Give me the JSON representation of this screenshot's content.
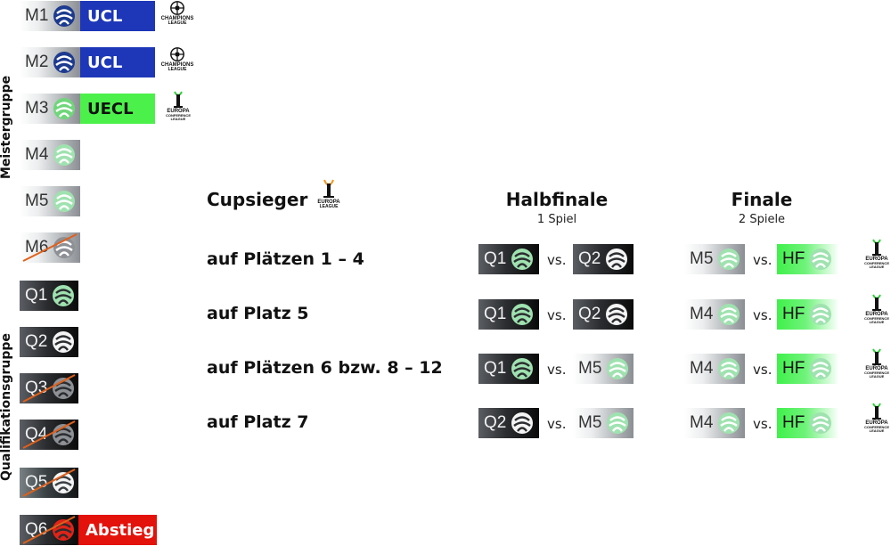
{
  "vertical_labels": {
    "meister": "Meistergruppe",
    "quali": "Qualifikationsgruppe"
  },
  "left_table": [
    {
      "code": "M1",
      "badge": "UCL"
    },
    {
      "code": "M2",
      "badge": "UCL"
    },
    {
      "code": "M3",
      "badge": "UECL"
    },
    {
      "code": "M4"
    },
    {
      "code": "M5"
    },
    {
      "code": "M6"
    },
    {
      "code": "Q1"
    },
    {
      "code": "Q2"
    },
    {
      "code": "Q3"
    },
    {
      "code": "Q4"
    },
    {
      "code": "Q5"
    },
    {
      "code": "Q6",
      "badge": "Abstieg"
    }
  ],
  "logos": {
    "champions": [
      "CHAMPIONS",
      "LEAGUE"
    ],
    "europa": [
      "EUROPA",
      "LEAGUE"
    ],
    "conference": [
      "EUROPA",
      "CONFERENCE",
      "LEAGUE"
    ]
  },
  "headers": {
    "cupsieger": "Cupsieger",
    "halbfinale": "Halbfinale",
    "halbfinale_sub": "1 Spiel",
    "finale": "Finale",
    "finale_sub": "2 Spiele"
  },
  "vs_label": "vs.",
  "rows": [
    {
      "label": "auf Plätzen 1 – 4",
      "semi_home": "Q1",
      "semi_away": "Q2",
      "final_home": "M5",
      "final_away": "HF"
    },
    {
      "label": "auf Platz 5",
      "semi_home": "Q1",
      "semi_away": "Q2",
      "final_home": "M4",
      "final_away": "HF"
    },
    {
      "label": "auf Plätzen 6 bzw. 8 – 12",
      "semi_home": "Q1",
      "semi_away": "M5",
      "final_home": "M4",
      "final_away": "HF"
    },
    {
      "label": "auf Platz 7",
      "semi_home": "Q2",
      "semi_away": "M5",
      "final_home": "M4",
      "final_away": "HF"
    }
  ],
  "colors": {
    "ucl": "#1d37b8",
    "uecl": "#4cf04a",
    "abstieg": "#e3120b",
    "strike": "#e0601a"
  }
}
